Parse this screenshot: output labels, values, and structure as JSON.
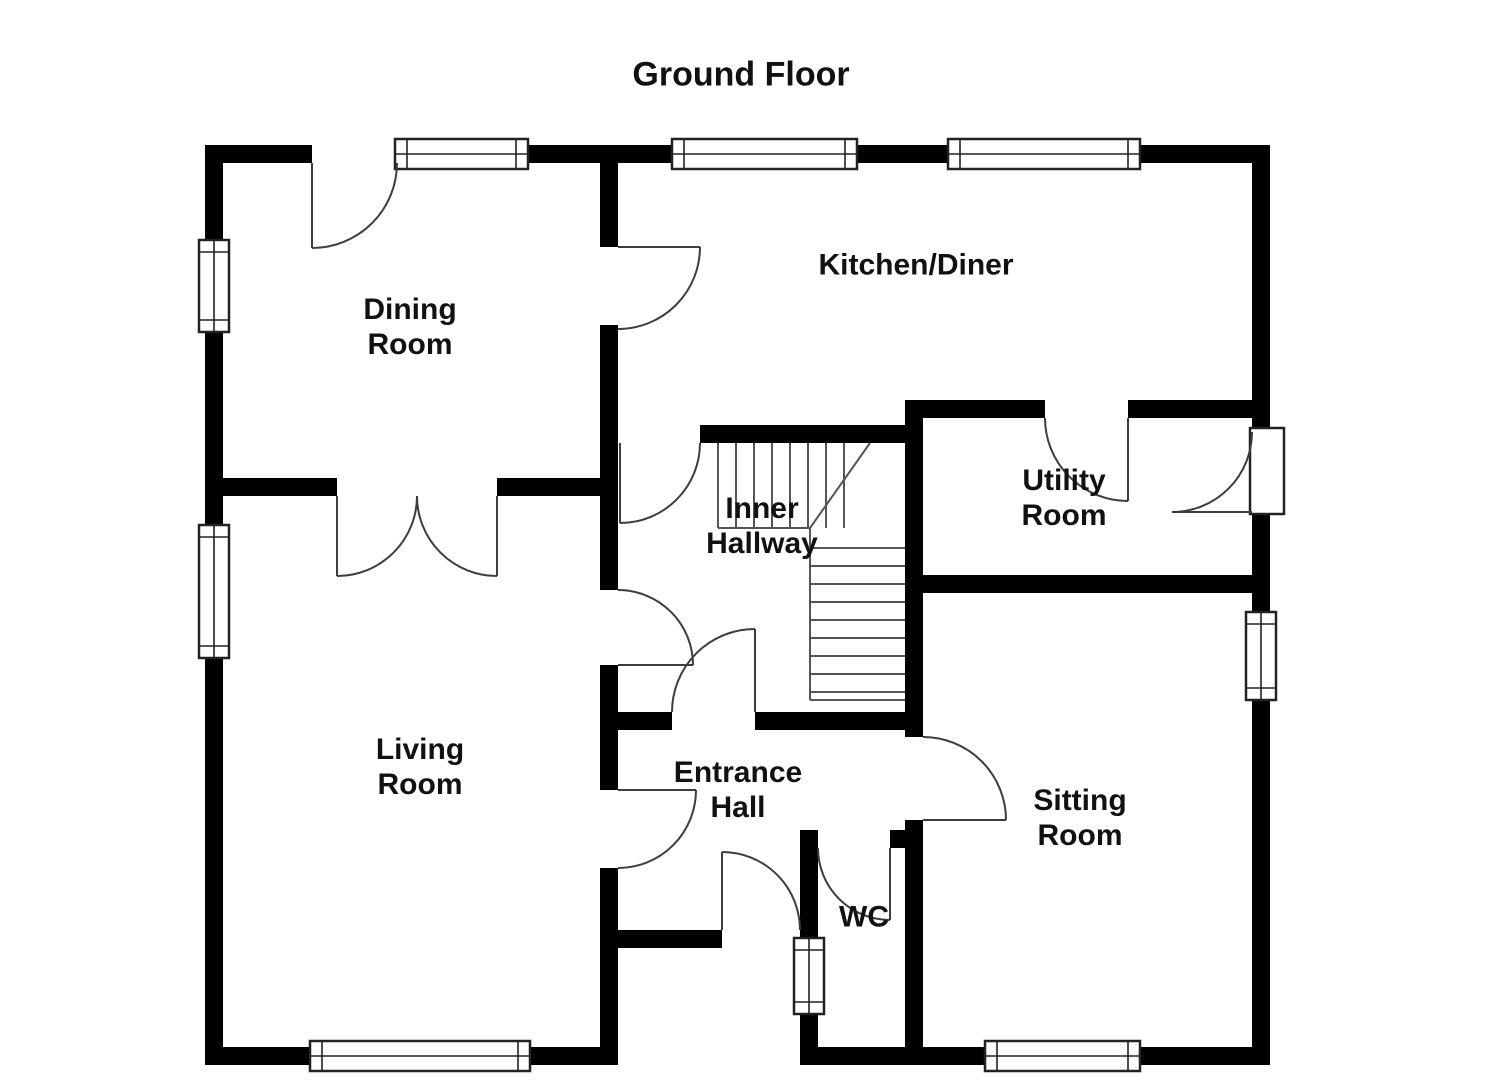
{
  "title": "Ground Floor",
  "rooms": {
    "dining": {
      "lines": [
        "Dining",
        "Room"
      ]
    },
    "kitchen": {
      "lines": [
        "Kitchen/Diner"
      ]
    },
    "inner_hallway": {
      "lines": [
        "Inner",
        "Hallway"
      ]
    },
    "utility": {
      "lines": [
        "Utility",
        "Room"
      ]
    },
    "living": {
      "lines": [
        "Living",
        "Room"
      ]
    },
    "entrance": {
      "lines": [
        "Entrance",
        "Hall"
      ]
    },
    "sitting": {
      "lines": [
        "Sitting",
        "Room"
      ]
    },
    "wc": {
      "lines": [
        "WC"
      ]
    }
  },
  "colors": {
    "wall": "#000000",
    "background": "#ffffff",
    "door_line": "#3d3d3d",
    "stair_line": "#555555",
    "text": "#111111"
  }
}
